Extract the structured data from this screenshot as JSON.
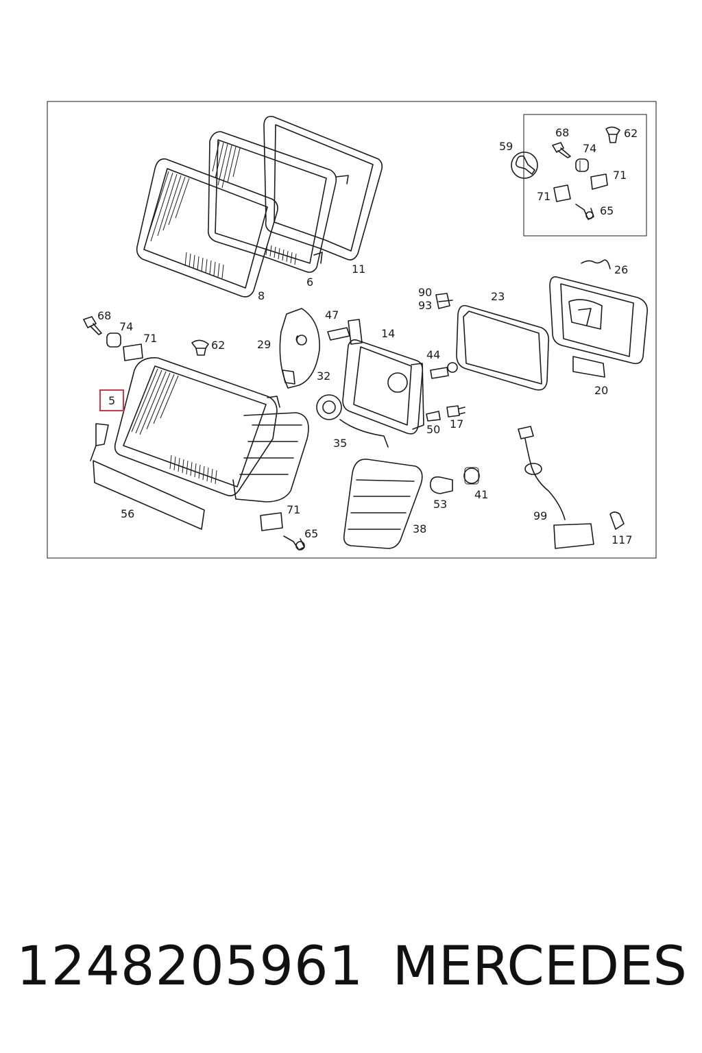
{
  "diagram": {
    "highlight_color": "#e0323c",
    "highlighted_part": "5",
    "labels": {
      "p8": "8",
      "p6": "6",
      "p11": "11",
      "p59": "59",
      "p68_inset": "68",
      "p62_inset": "62",
      "p74_inset": "74",
      "p71_inset_a": "71",
      "p71_inset_b": "71",
      "p65_inset": "65",
      "p26": "26",
      "p23": "23",
      "p90": "90",
      "p93": "93",
      "p68": "68",
      "p74": "74",
      "p71_top": "71",
      "p62": "62",
      "p29": "29",
      "p47": "47",
      "p14": "14",
      "p32": "32",
      "p44": "44",
      "p5": "5",
      "p20": "20",
      "p50": "50",
      "p17": "17",
      "p35": "35",
      "p56": "56",
      "p71_bottom": "71",
      "p65": "65",
      "p53": "53",
      "p41": "41",
      "p38": "38",
      "p99": "99",
      "p117": "117"
    }
  },
  "footer": {
    "part_number": "1248205961",
    "brand": "MERCEDES"
  }
}
